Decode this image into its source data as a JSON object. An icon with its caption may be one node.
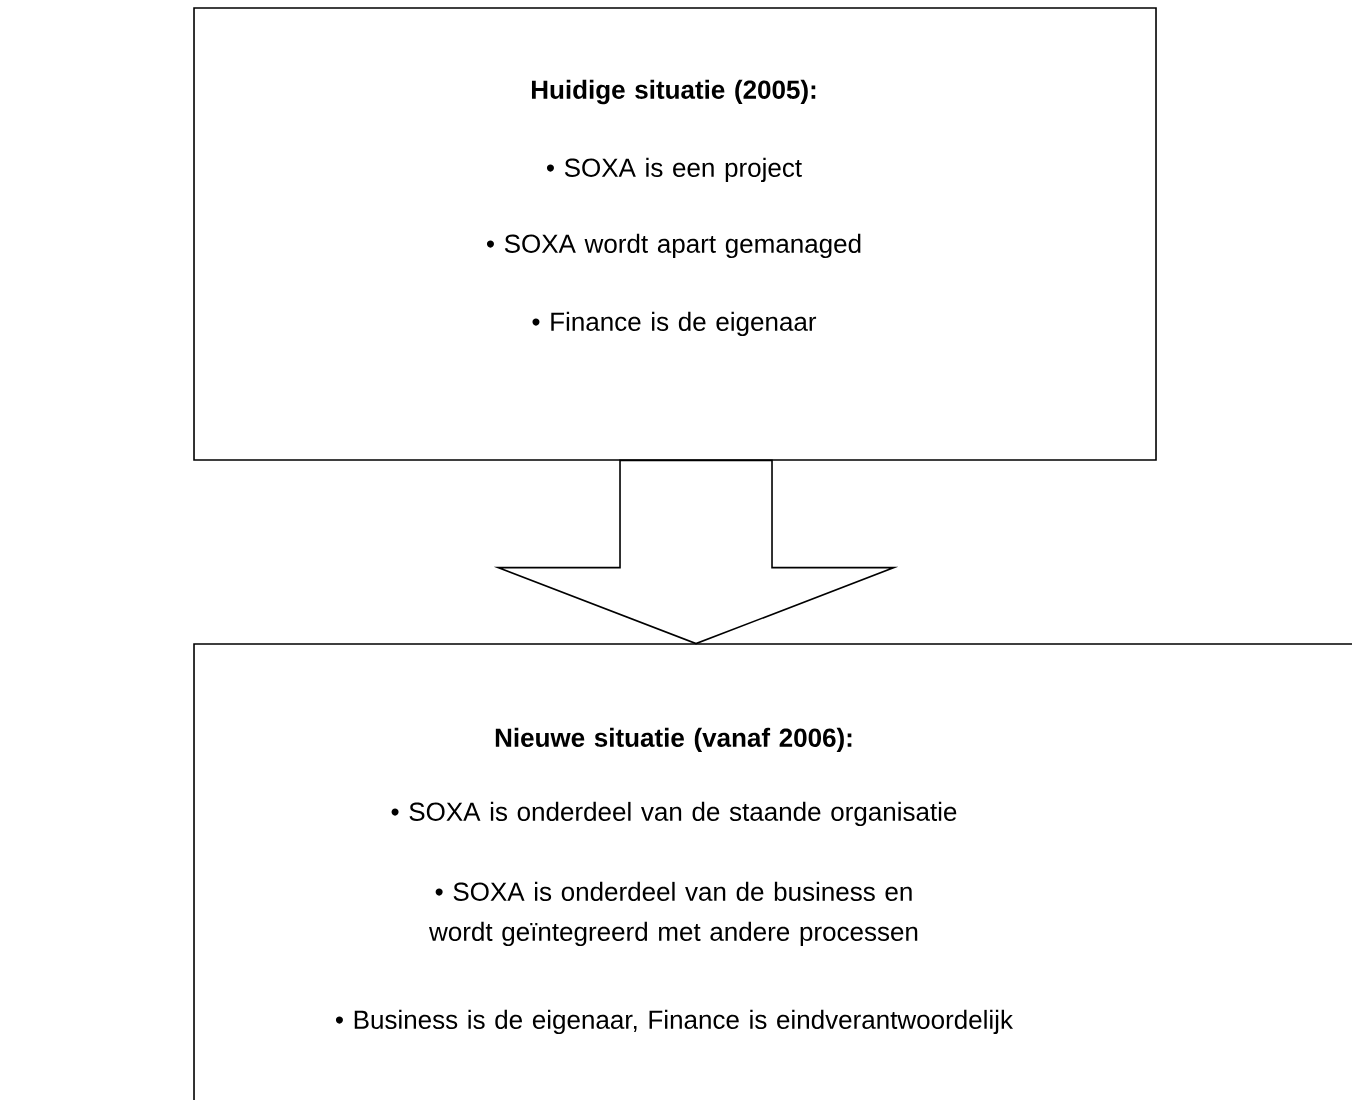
{
  "diagram": {
    "nodes": [
      {
        "text": [
          "Huidige situatie (2005):",
          "• SOXA is een project",
          "• SOXA wordt apart gemanaged",
          "• Finance is de eigenaar"
        ]
      },
      {
        "text": [
          "Nieuwe situatie (vanaf 2006):",
          "• SOXA is onderdeel van de staande organisatie",
          "• SOXA is onderdeel van de business en wordt geïntegreerd met andere processen",
          "• Business is de eigenaar, Finance is eindverantwoordelijk"
        ]
      }
    ],
    "edges": [
      {
        "from": 0,
        "to": 1,
        "arrow": "to"
      }
    ]
  }
}
